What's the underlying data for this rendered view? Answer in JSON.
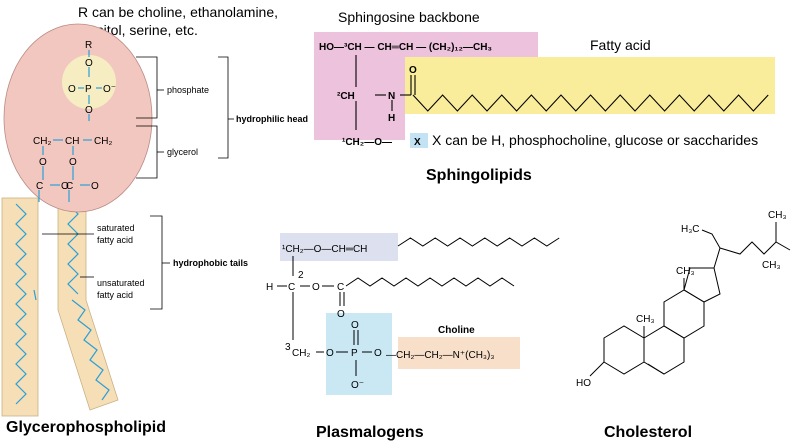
{
  "glycerophospholipid": {
    "note_line1": "R can be choline, ethanolamine,",
    "note_line2": "inositol, serine, etc.",
    "atom_r": "R",
    "atom_o": "O",
    "atom_p": "P",
    "atom_o_minus": "O⁻",
    "atom_ch2": "CH₂",
    "atom_ch": "CH",
    "atom_c": "C",
    "label_phosphate": "phosphate",
    "label_glycerol": "glycerol",
    "label_hydrophilic_head": "hydrophilic head",
    "label_saturated_1": "saturated",
    "label_saturated_2": "fatty acid",
    "label_unsaturated_1": "unsaturated",
    "label_unsaturated_2": "fatty acid",
    "label_hydrophobic_tails": "hydrophobic tails",
    "caption": "Glycerophospholipid"
  },
  "sphingolipids": {
    "backbone_label": "Sphingosine backbone",
    "fatty_acid_label": "Fatty acid",
    "formula_top": "HO—³CH — CH═CH — (CH₂)₁₂—CH₃",
    "atom_2ch": "²CH",
    "atom_n": "N",
    "atom_h": "H",
    "atom_o": "O",
    "atom_c": "C",
    "atom_bottom": "¹CH₂—O—",
    "atom_x": "X",
    "x_note": "X can be H, phosphocholine, glucose or saccharides",
    "caption": "Sphingolipids"
  },
  "plasmalogens": {
    "row1": "¹CH₂—O—CH═CH",
    "h_label": "H",
    "c2_label": "C",
    "num_2": "2",
    "o_ester": "O",
    "c_ester": "C",
    "o_carbonyl": "O",
    "num_3": "3",
    "ch2_bottom": "CH₂",
    "o_link1": "O",
    "p_atom": "P",
    "o_link2": "O",
    "o_top": "O",
    "o_minus": "O⁻",
    "choline_label": "Choline",
    "choline_formula": "—CH₂—CH₂—N⁺(CH₃)₃",
    "caption": "Plasmalogens"
  },
  "cholesterol": {
    "ch3_top_left": "H₃C",
    "ch3_right": "CH₃",
    "ch3_bottom_right": "CH₃",
    "ch3_mid": "CH₃",
    "ch3_left": "CH₃",
    "ho": "HO",
    "caption": "Cholesterol"
  },
  "colors": {
    "head_fill": "#f2c7c0",
    "phosphate_fill": "#f6eec2",
    "tail_fill": "#f6dfb6",
    "chain_blue": "#2a9fd6",
    "sphingosine_fill": "#ecc2dc",
    "fatty_acid_fill": "#f9ec9a",
    "x_fill": "#c3e2f3",
    "plasmalogen_top_fill": "#dde0ee",
    "plasmalogen_phosphate_fill": "#c9e8f4",
    "choline_fill": "#f8dfca",
    "green": "#1fa157",
    "red": "#e03a2f",
    "blue_text": "#1d4ed8",
    "choline_text": "#a3271d"
  }
}
